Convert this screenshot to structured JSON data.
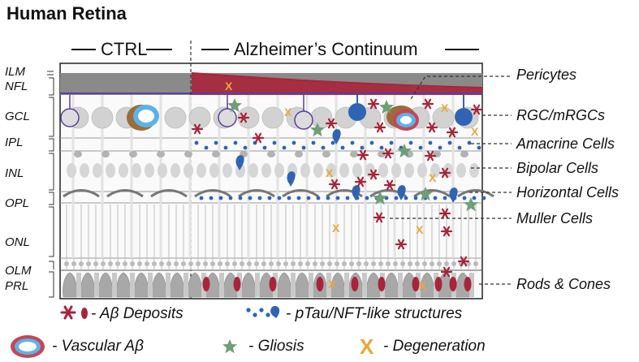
{
  "title": "Human Retina",
  "sections": {
    "ctrl": "CTRL",
    "ad": "Alzheimer’s Continuum"
  },
  "layers": [
    "ILM",
    "NFL",
    "GCL",
    "IPL",
    "INL",
    "OPL",
    "ONL",
    "OLM",
    "PRL"
  ],
  "cell_labels": [
    "Pericytes",
    "RGC/mRGCs",
    "Amacrine Cells",
    "Bipolar Cells",
    "Horizontal Cells",
    "Muller Cells",
    "Rods & Cones"
  ],
  "legend": {
    "abeta": "- Aβ Deposits",
    "ptau": "- pTau/NFT-like structures",
    "vascular": "- Vascular Aβ",
    "gliosis": "- Gliosis",
    "degeneration": "- Degeneration"
  },
  "colors": {
    "abeta": "#a8243a",
    "ptau": "#2f64b4",
    "gliosis": "#6e9f78",
    "degeneration": "#e8a838",
    "vessel_outer": "#c94457",
    "vessel_inner": "#5bb3e6",
    "nfl": "#8a8a8a",
    "pericyte": "#9c6b3a"
  }
}
